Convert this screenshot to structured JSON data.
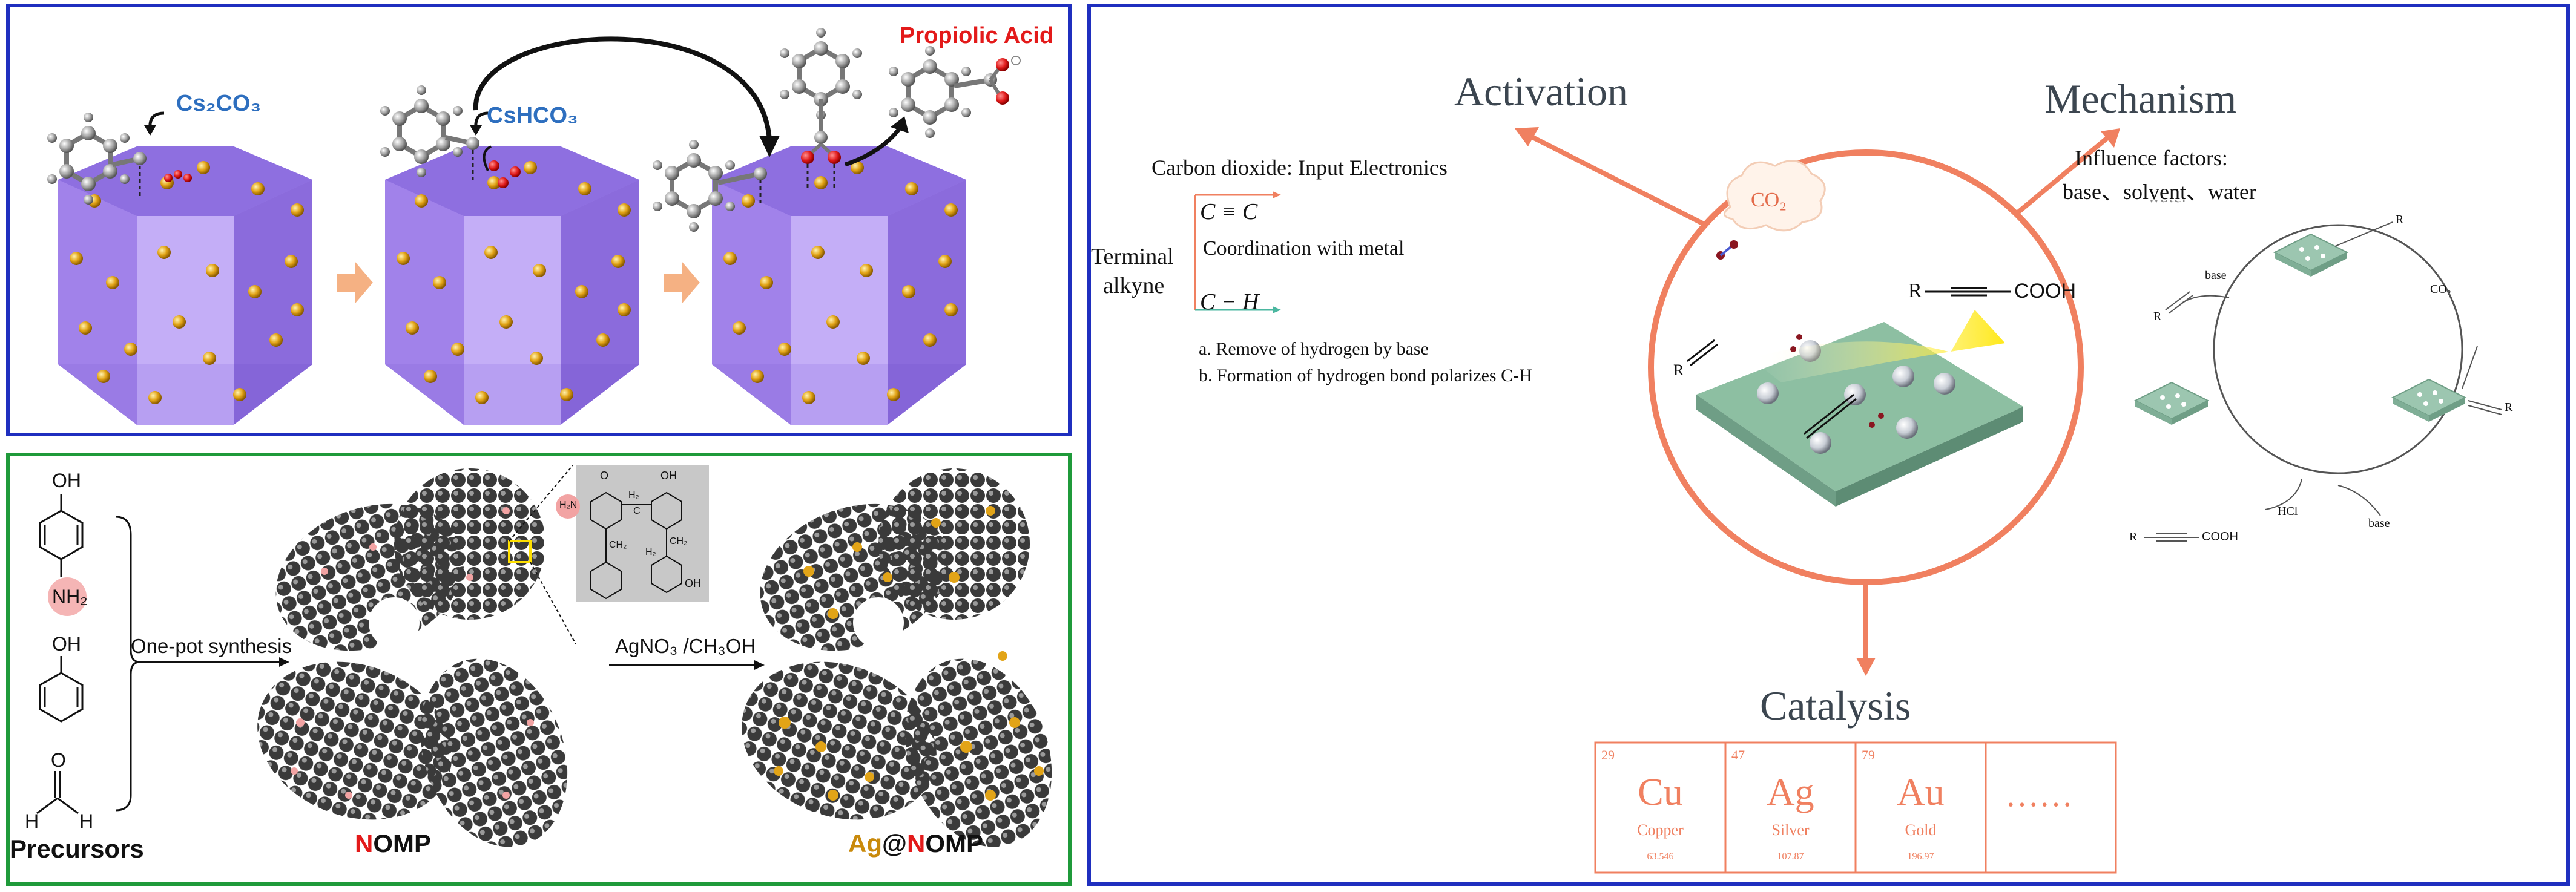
{
  "panel_a": {
    "border_color": "#1f2fbf",
    "label_cs2co3": "Cs₂CO₃",
    "label_cshco3": "CsHCO₃",
    "label_product": "Propiolic Acid",
    "crystal_color": "#9b7be6",
    "particle_color": "#e2a417",
    "oxygen_color": "#e01a1a"
  },
  "panel_b": {
    "border_color": "#1f9a3a",
    "label_precursors": "Precursors",
    "label_onepot": "One-pot synthesis",
    "label_reagent": "AgNO₃ /CH₃OH",
    "nomp_n": "N",
    "nomp_rest": "OMP",
    "agnomp_ag": "Ag",
    "agnomp_at": "@",
    "agnomp_n": "N",
    "agnomp_rest": "OMP",
    "mol_oh1": "OH",
    "mol_nh2": "NH₂",
    "mol_oh2": "OH",
    "mol_o": "O",
    "mol_h1": "H",
    "mol_h2": "H",
    "inset_h2n": "H₂N",
    "inset_oh1": "OH",
    "inset_oh2": "OH",
    "inset_h2a": "H₂",
    "inset_h2b": "H₂",
    "inset_ch2a": "CH₂",
    "inset_ch2b": "CH₂",
    "inset_o": "O",
    "inset_c": "C",
    "accent_red": "#e31a1a",
    "accent_gold": "#c98a0c"
  },
  "panel_c": {
    "border_color": "#1f2fbf",
    "accent": "#f08060",
    "title_activation": "Activation",
    "title_mechanism": "Mechanism",
    "title_catalysis": "Catalysis",
    "co2_bubble": "CO₂",
    "input_electronics": "Carbon dioxide: Input Electronics",
    "terminal": "Terminal",
    "alkyne": "alkyne",
    "triple_bond": "C ≡ C",
    "coord_metal": "Coordination with metal",
    "ch_bond": "C − H",
    "remove_h": "a.  Remove of hydrogen by base",
    "formation_h": "b.  Formation of hydrogen bond polarizes C-H",
    "influence_line1": "Influence factors:",
    "influence_line2": "base、solvent、water",
    "influence_cut": "water",
    "r_center": "R",
    "cooh_center": "COOH",
    "r_left": "R",
    "cycle_co2": "CO₂",
    "cycle_base1": "base",
    "cycle_base2": "base",
    "cycle_hcl": "HCl",
    "cycle_r1": "R",
    "cycle_r2": "R",
    "cycle_r3": "R",
    "cycle_cooh": "COOH",
    "elements": [
      {
        "number": "29",
        "symbol": "Cu",
        "name": "Copper",
        "mass": "63.546"
      },
      {
        "number": "47",
        "symbol": "Ag",
        "name": "Silver",
        "mass": "107.87"
      },
      {
        "number": "79",
        "symbol": "Au",
        "name": "Gold",
        "mass": "196.97"
      }
    ],
    "ellipsis": "……"
  }
}
